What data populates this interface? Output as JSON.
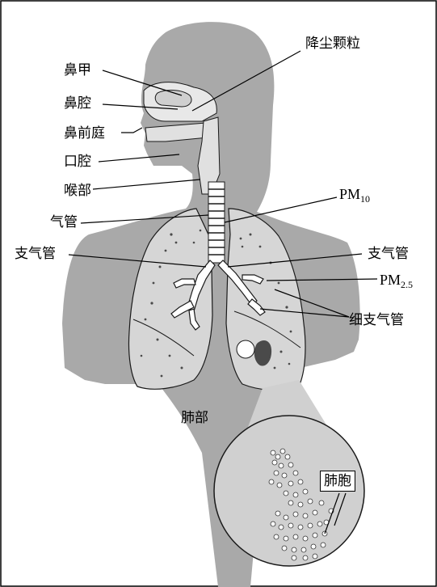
{
  "labels": {
    "nasal_concha": "鼻甲",
    "nasal_cavity": "鼻腔",
    "nasal_vestibule": "鼻前庭",
    "oral_cavity": "口腔",
    "larynx": "喉部",
    "trachea": "气管",
    "bronchus_left": "支气管",
    "bronchus_right": "支气管",
    "bronchioles": "细支气管",
    "lungs": "肺部",
    "alveoli": "肺胞",
    "dustfall": "降尘颗粒",
    "pm10_prefix": "PM",
    "pm10_sub": "10",
    "pm25_prefix": "PM",
    "pm25_sub": "2.5"
  },
  "colors": {
    "body": "#a9a9a9",
    "lung": "#d6d6d6",
    "line": "#000000",
    "outline": "#1a1a1a",
    "particle": "#4a4a4a"
  },
  "icons": {
    "trachea": "ringed-tube",
    "alveoli": "grape-cluster"
  }
}
